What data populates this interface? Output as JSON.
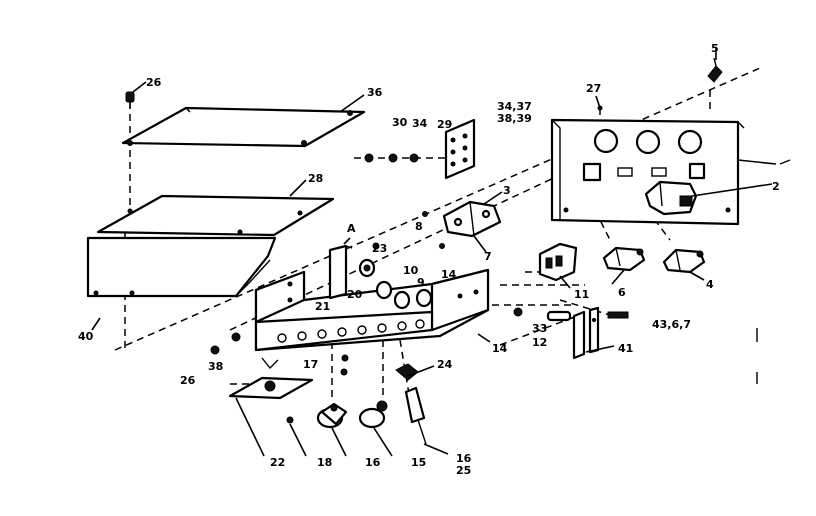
{
  "diagram": {
    "callouts": [
      {
        "id": "c-26a",
        "text": "26"
      },
      {
        "id": "c-36",
        "text": "36"
      },
      {
        "id": "c-28",
        "text": "28"
      },
      {
        "id": "c-40",
        "text": "40"
      },
      {
        "id": "c-30",
        "text": "30"
      },
      {
        "id": "c-34",
        "text": "34"
      },
      {
        "id": "c-29",
        "text": "29"
      },
      {
        "id": "c-3437",
        "text": "34,37"
      },
      {
        "id": "c-3839",
        "text": "38,39"
      },
      {
        "id": "c-27",
        "text": "27"
      },
      {
        "id": "c-5",
        "text": "5"
      },
      {
        "id": "c-2",
        "text": "2"
      },
      {
        "id": "c-3",
        "text": "3"
      },
      {
        "id": "c-8",
        "text": "8"
      },
      {
        "id": "c-7",
        "text": "7"
      },
      {
        "id": "c-A",
        "text": "A"
      },
      {
        "id": "c-23",
        "text": "23"
      },
      {
        "id": "c-10",
        "text": "10"
      },
      {
        "id": "c-9",
        "text": "9"
      },
      {
        "id": "c-14a",
        "text": "14"
      },
      {
        "id": "c-21",
        "text": "21"
      },
      {
        "id": "c-20",
        "text": "20"
      },
      {
        "id": "c-11",
        "text": "11"
      },
      {
        "id": "c-6",
        "text": "6"
      },
      {
        "id": "c-4",
        "text": "4"
      },
      {
        "id": "c-12",
        "text": "12"
      },
      {
        "id": "c-33",
        "text": "33"
      },
      {
        "id": "c-14b",
        "text": "14"
      },
      {
        "id": "c-435",
        "text": "43,6,7"
      },
      {
        "id": "c-41",
        "text": "41"
      },
      {
        "id": "c-26b",
        "text": "26"
      },
      {
        "id": "c-38",
        "text": "38"
      },
      {
        "id": "c-17",
        "text": "17"
      },
      {
        "id": "c-24",
        "text": "24"
      },
      {
        "id": "c-22",
        "text": "22"
      },
      {
        "id": "c-18",
        "text": "18"
      },
      {
        "id": "c-16",
        "text": "16"
      },
      {
        "id": "c-15",
        "text": "15"
      },
      {
        "id": "c-1625a",
        "text": "16"
      },
      {
        "id": "c-1625b",
        "text": "25"
      }
    ]
  }
}
